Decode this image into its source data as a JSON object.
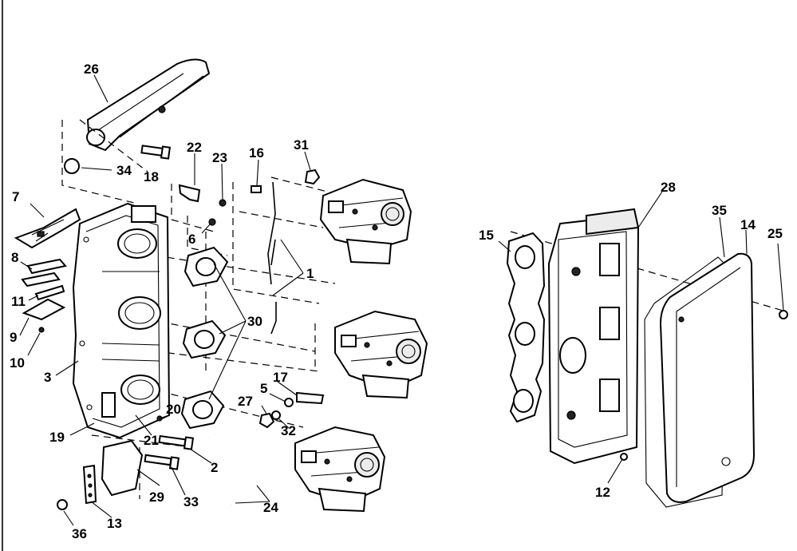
{
  "callouts": {
    "c1": "1",
    "c2": "2",
    "c3": "3",
    "c5": "5",
    "c6": "6",
    "c7": "7",
    "c8": "8",
    "c9": "9",
    "c10": "10",
    "c11": "11",
    "c12": "12",
    "c13": "13",
    "c14": "14",
    "c15": "15",
    "c16": "16",
    "c17": "17",
    "c18": "18",
    "c19": "19",
    "c20": "20",
    "c21": "21",
    "c22": "22",
    "c23": "23",
    "c24": "24",
    "c25": "25",
    "c26": "26",
    "c27": "27",
    "c28": "28",
    "c29": "29",
    "c30": "30",
    "c31": "31",
    "c32": "32",
    "c33": "33",
    "c34": "34",
    "c35": "35",
    "c36": "36"
  },
  "colors": {
    "line": "#000000",
    "background": "#ffffff",
    "shade": "#ececec"
  }
}
